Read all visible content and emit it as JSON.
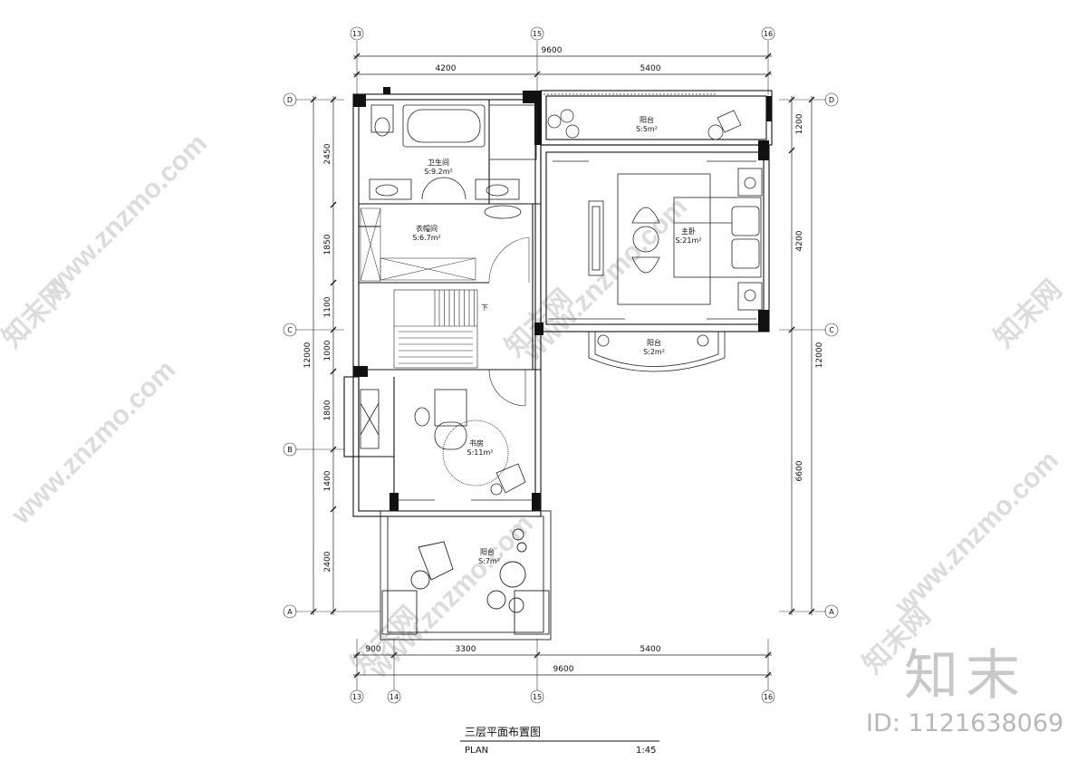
{
  "plan": {
    "title": "三层平面布置图",
    "subtitle": "PLAN",
    "scale": "1:45"
  },
  "grid_axes": {
    "top": [
      "13",
      "15",
      "16"
    ],
    "bottom": [
      "13",
      "14",
      "15",
      "16"
    ],
    "left": [
      "D",
      "C",
      "B",
      "A"
    ],
    "right": [
      "D",
      "C",
      "A"
    ]
  },
  "dimensions": {
    "top_total": "9600",
    "top_left": "4200",
    "top_right": "5400",
    "bottom_a": "900",
    "bottom_b": "3300",
    "bottom_c": "5400",
    "bottom_total": "9600",
    "left_segments": [
      "2450",
      "1850",
      "1100",
      "1000",
      "1800",
      "1400",
      "2400"
    ],
    "left_total": "12000",
    "right_segments": [
      "1200",
      "4200",
      "6600"
    ],
    "right_total": "12000"
  },
  "rooms": {
    "bathroom": {
      "name": "卫生间",
      "area": "S:9.2m²"
    },
    "closet": {
      "name": "衣帽间",
      "area": "S:6.7m²"
    },
    "stair_note": "下",
    "master_bedroom": {
      "name": "主卧",
      "area": "S:21m²"
    },
    "balcony_north": {
      "name": "阳台",
      "area": "S:5m²"
    },
    "balcony_bay": {
      "name": "阳台",
      "area": "S:2m²"
    },
    "study": {
      "name": "书房",
      "area": "S:11m²"
    },
    "balcony_south": {
      "name": "阳台",
      "area": "S:7m²"
    }
  },
  "watermark": {
    "logo_text": "知末",
    "id_text": "ID: 1121638069",
    "repeat_text": "www.znzmo.com",
    "brand_text": "知末网"
  }
}
